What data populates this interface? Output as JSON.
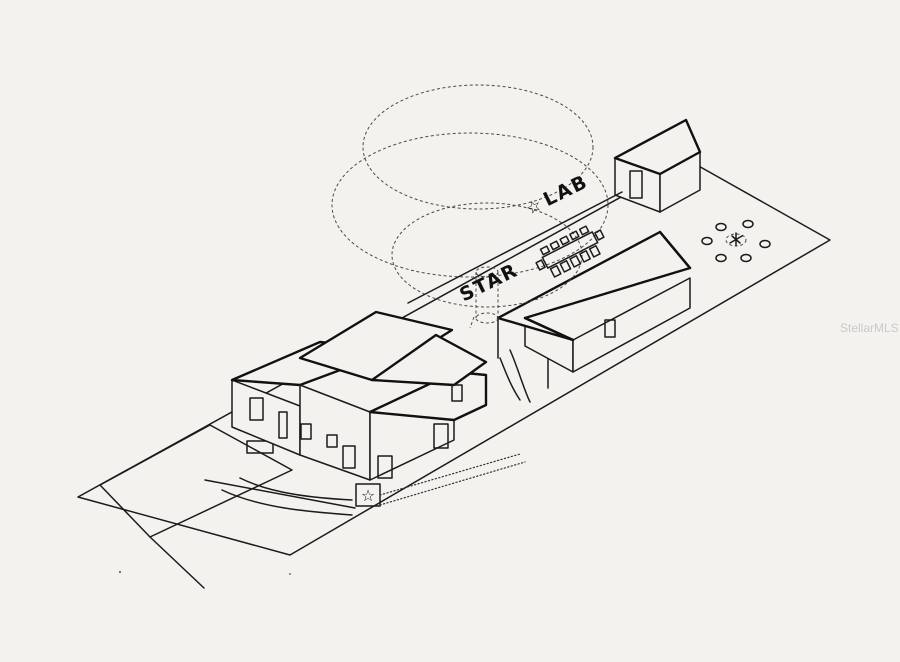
{
  "diagram": {
    "label_star": "STAR",
    "label_lab": "LAB",
    "watermark": "StellarMLS",
    "colors": {
      "paper": "#f3f2ee",
      "ink": "#111111"
    },
    "icons": [
      "star-icon",
      "star-marker-icon",
      "firepit-icon"
    ]
  }
}
